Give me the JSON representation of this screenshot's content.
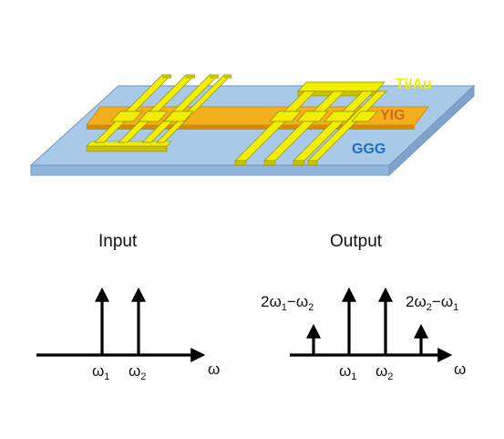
{
  "device": {
    "labels": {
      "electrode": "Ti/Au",
      "film": "YIG",
      "substrate": "GGG"
    },
    "colors": {
      "substrate_top": "#a9c9e9",
      "substrate_front": "#8fb4dd",
      "substrate_edge": "#7796b8",
      "yig": "#f4b01c",
      "yig_edge": "#c98400",
      "gold": "#f2ee00",
      "gold_dark": "#c9c200",
      "gold_edge": "#8f8a00",
      "label_electrode": "#f2ee00",
      "label_film": "#d4671f",
      "label_substrate": "#1f6fc0"
    }
  },
  "spectra": {
    "input": {
      "title": "Input",
      "axis_label": "ω",
      "peak_labels": [
        {
          "base": "ω",
          "sub": "1"
        },
        {
          "base": "ω",
          "sub": "2"
        }
      ]
    },
    "output": {
      "title": "Output",
      "axis_label": "ω",
      "peak_labels": [
        {
          "base": "ω",
          "sub": "1"
        },
        {
          "base": "ω",
          "sub": "2"
        }
      ],
      "mixing_labels": [
        {
          "coef": "2",
          "a": "ω",
          "a_sub": "1",
          "op": "−",
          "b": "ω",
          "b_sub": "2"
        },
        {
          "coef": "2",
          "a": "ω",
          "a_sub": "2",
          "op": "−",
          "b": "ω",
          "b_sub": "1"
        }
      ]
    }
  }
}
